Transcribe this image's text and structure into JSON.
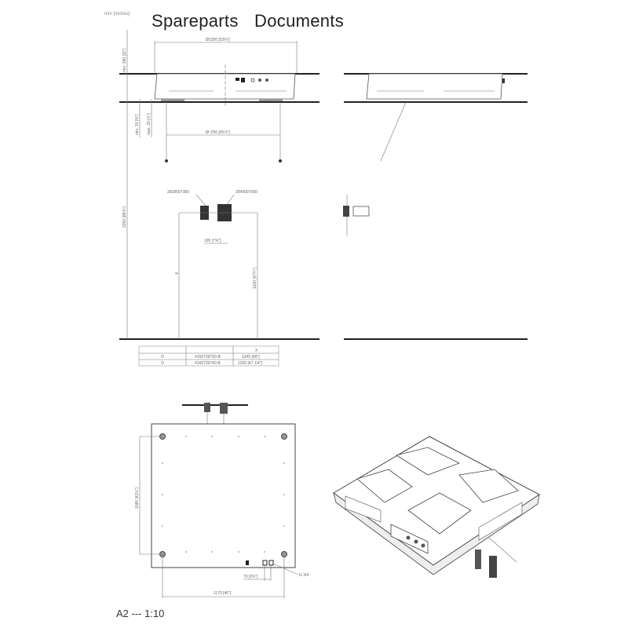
{
  "header": {
    "units": "mm [inches]",
    "links": [
      "Spareparts",
      "Documents"
    ]
  },
  "side_view": {
    "diameter_top": "Ø1356 [53⅜\"]",
    "min_height": "min. 280 [11\"]",
    "min_gap": "min. 10 [⅜\"]",
    "max_gap": "max. 20 [¾\"]",
    "diameter_rods": "Ø~250 [45⅞\"]",
    "total_height": "2250 [88⅝\"]",
    "part_left": "2828597380",
    "part_right": "2849997090",
    "bracket_width": "195 [7⅝\"]",
    "x_label": "X",
    "height_1200": "1200 [47¼\"]"
  },
  "table": {
    "header": [
      "",
      "",
      "X"
    ],
    "rows": [
      [
        "O",
        "4160739750-B",
        "1245 [49\"]"
      ],
      [
        "O",
        "4160739760-B",
        "1200 [47 1/4\"]"
      ]
    ]
  },
  "plan_view": {
    "depth": "1080 [42½\"]",
    "width": "1170 [46\"]",
    "connector_spacing": "70 [2¾\"]",
    "thread": "G 3/4"
  },
  "footer": {
    "scale": "A2 --- 1:10"
  }
}
